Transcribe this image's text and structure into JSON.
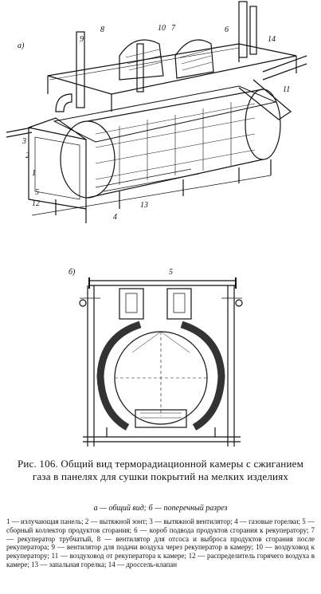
{
  "figure": {
    "panel_a_label": "а)",
    "panel_b_label": "б)",
    "callouts_a": [
      "1",
      "2",
      "3",
      "4",
      "5",
      "6",
      "7",
      "8",
      "9",
      "10",
      "11",
      "12",
      "13",
      "14"
    ],
    "callouts_b": [
      "5"
    ]
  },
  "caption": {
    "text": "Рис. 106. Общий вид терморадиационной камеры с сжиганием газа в панелях для сушки покрытий на мелких изделиях"
  },
  "subcaption": {
    "text": "а — общий вид; б — поперечный разрез"
  },
  "legend": {
    "text": "1 — излучающая панель; 2 — вытяжной зонт; 3 — вытяжной вентилятор; 4 — газовые горелки; 5 — сборный коллектор продуктов сгорания; 6 — короб подвода продуктов сгорания к рекуператору; 7 — рекуператор трубчатый, 8 — вентилятор для отсоса и выброса продуктов сгорания после рекуператора; 9 — вентилятор для подачи воздуха через рекуператор в камеру; 10 — воздуховод к рекуператору; 11 — воздуховод от рекуператора к камере; 12 — распределитель горячего воздуха в камере; 13 — запальная горелка; 14 — дроссель-клапан"
  }
}
